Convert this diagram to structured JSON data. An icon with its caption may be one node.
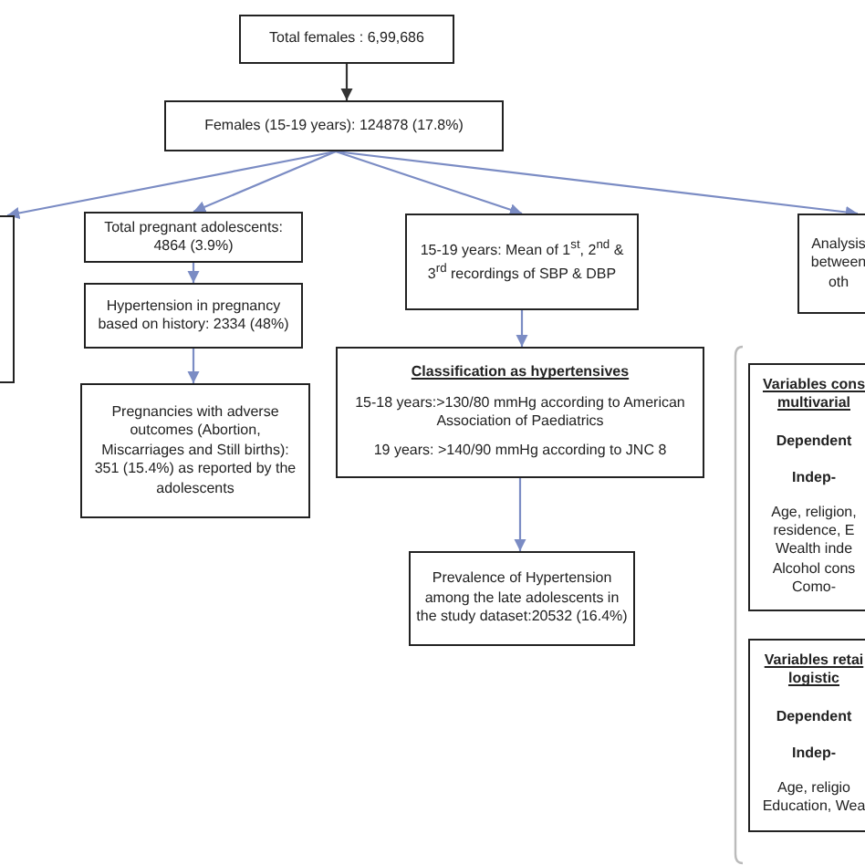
{
  "diagram": {
    "nodes": [
      {
        "text": [
          "Total females : 6,99,686"
        ]
      },
      {
        "text": [
          "Females (15-19 years): 124878 (17.8%)"
        ]
      },
      {
        "text": [],
        "shape": "box"
      },
      {
        "text": [
          "Total pregnant adolescents: 4864 (3.9%)"
        ]
      },
      {
        "text": [
          "Hypertension in pregnancy based on history: 2334 (48%)"
        ]
      },
      {
        "text": [
          "Pregnancies with adverse outcomes (Abortion, Miscarriages and Still births): 351 (15.4%) as reported by the adolescents"
        ]
      },
      {
        "text": [
          "15-19 years: Mean of 1$^{st}$, 2$^{nd}$ & 3$^{rd}$ recordings of SBP & DBP"
        ]
      },
      {
        "text": [
          "Classification  as hypertensives",
          "15-18 years:>130/80 mmHg according to American Association of Paediatrics",
          "19 years: >140/90 mmHg according to JNC 8"
        ]
      },
      {
        "text": [
          "Prevalence of Hypertension among the late adolescents in the study dataset:20532 (16.4%)"
        ]
      },
      {
        "text": [
          "Analysis between oth"
        ]
      },
      {
        "text": [
          "Variables cons multivarial",
          "Dependent",
          "Indep-",
          "Age, religion, residence, E Wealth inde Alcohol cons Como-"
        ]
      },
      {
        "text": [
          "Variables retai logistic",
          "Dependent",
          "Indep-",
          "Age, religio Education, Wea"
        ]
      }
    ],
    "edges": [
      {
        "from": 0,
        "to": 1,
        "arrow": "to",
        "color": "#333333"
      },
      {
        "from": 1,
        "to": 2,
        "arrow": "to"
      },
      {
        "from": 1,
        "to": 3,
        "arrow": "to"
      },
      {
        "from": 1,
        "to": 6,
        "arrow": "to"
      },
      {
        "from": 1,
        "to": 9,
        "arrow": "to"
      },
      {
        "from": 3,
        "to": 4,
        "arrow": "to"
      },
      {
        "from": 4,
        "to": 5,
        "arrow": "to"
      },
      {
        "from": 6,
        "to": 7,
        "arrow": "to"
      },
      {
        "from": 7,
        "to": 8,
        "arrow": "to"
      }
    ]
  }
}
